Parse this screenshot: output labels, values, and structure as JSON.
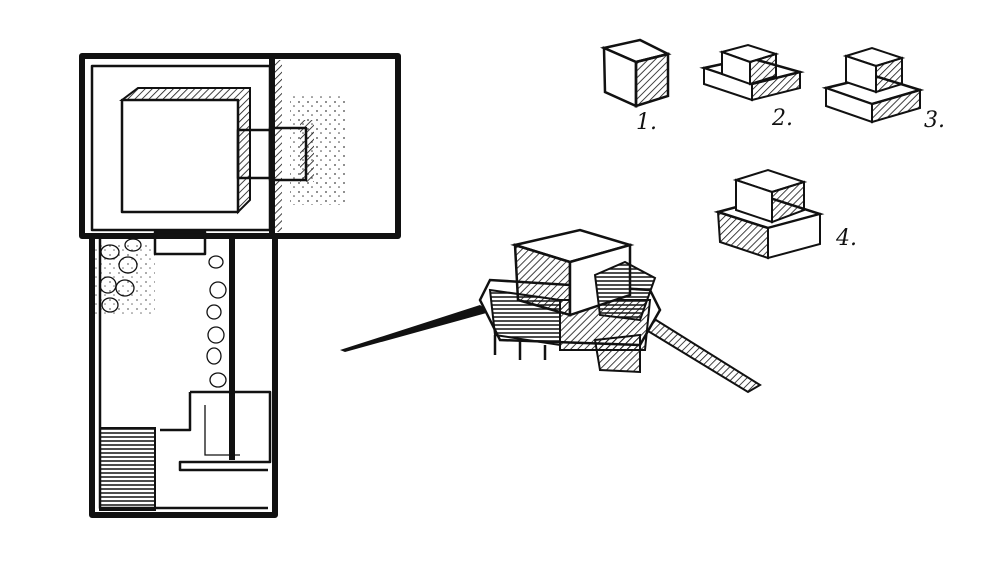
{
  "sketch": {
    "variant_labels": [
      "1.",
      "2.",
      "3.",
      "4."
    ],
    "ink_color": "#111111",
    "paper_color": "#ffffff"
  }
}
